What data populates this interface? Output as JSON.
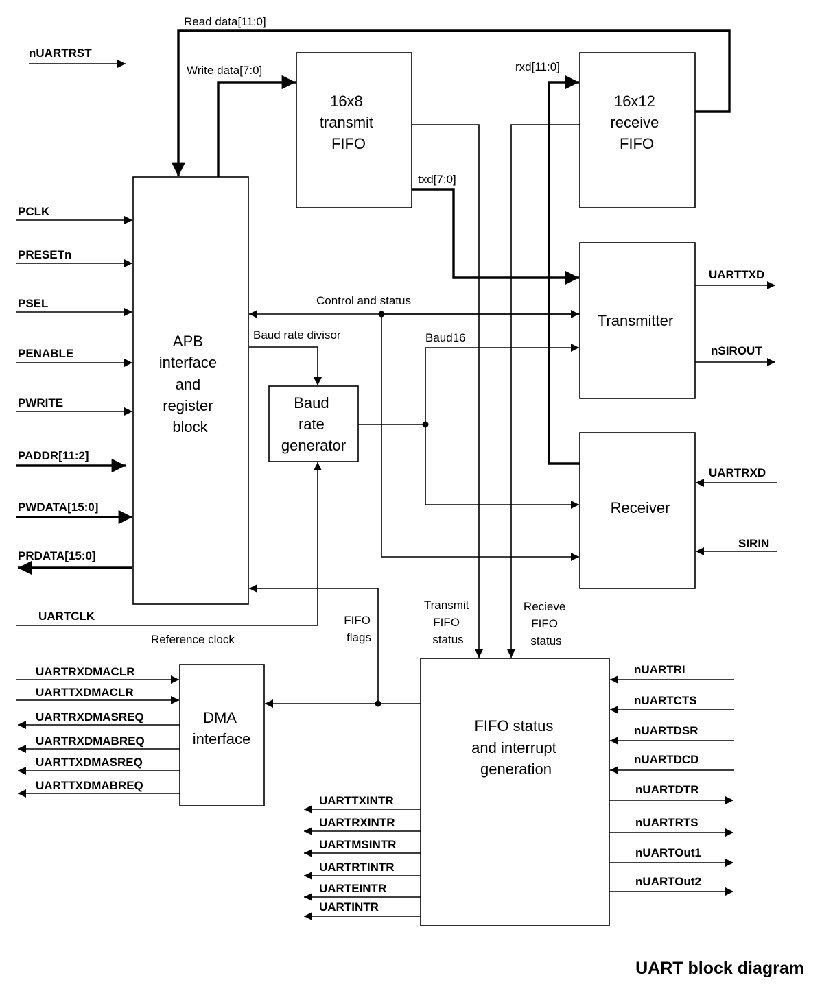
{
  "title": "UART block diagram",
  "blocks": {
    "apb": [
      "APB",
      "interface",
      "and",
      "register",
      "block"
    ],
    "tx_fifo": [
      "16x8",
      "transmit",
      "FIFO"
    ],
    "rx_fifo": [
      "16x12",
      "receive",
      "FIFO"
    ],
    "transmitter": [
      "Transmitter"
    ],
    "receiver": [
      "Receiver"
    ],
    "baud": [
      "Baud",
      "rate",
      "generator"
    ],
    "dma": [
      "DMA",
      "interface"
    ],
    "fifo_status": [
      "FIFO status",
      "and interrupt",
      "generation"
    ]
  },
  "apb_signals": {
    "nuartrst": "nUARTRST",
    "pclk": "PCLK",
    "presetn": "PRESETn",
    "psel": "PSEL",
    "penable": "PENABLE",
    "pwrite": "PWRITE",
    "paddr": "PADDR[11:2]",
    "pwdata": "PWDATA[15:0]",
    "prdata": "PRDATA[15:0]",
    "uartclk": "UARTCLK"
  },
  "annotations": {
    "read_data": "Read data[11:0]",
    "write_data": "Write data[7:0]",
    "rxd": "rxd[11:0]",
    "txd": "txd[7:0]",
    "control_status": "Control and status",
    "baud_divisor": "Baud rate divisor",
    "baud16": "Baud16",
    "reference_clock": "Reference clock",
    "fifo_flags": [
      "FIFO",
      "flags"
    ],
    "transmit_fifo_status": [
      "Transmit",
      "FIFO",
      "status"
    ],
    "receive_fifo_status": [
      "Recieve",
      "FIFO",
      "status"
    ]
  },
  "serial_signals": {
    "uarttxd": "UARTTXD",
    "nsirout": "nSIROUT",
    "uartrxd": "UARTRXD",
    "sirin": "SIRIN"
  },
  "dma_signals": [
    "UARTRXDMACLR",
    "UARTTXDMACLR",
    "UARTRXDMASREQ",
    "UARTRXDMABREQ",
    "UARTTXDMASREQ",
    "UARTTXDMABREQ"
  ],
  "interrupt_signals": [
    "UARTTXINTR",
    "UARTRXINTR",
    "UARTMSINTR",
    "UARTRTINTR",
    "UARTEINTR",
    "UARTINTR"
  ],
  "modem_inputs": [
    "nUARTRI",
    "nUARTCTS",
    "nUARTDSR",
    "nUARTDCD"
  ],
  "modem_outputs": [
    "nUARTDTR",
    "nUARTRTS",
    "nUARTOut1",
    "nUARTOut2"
  ]
}
